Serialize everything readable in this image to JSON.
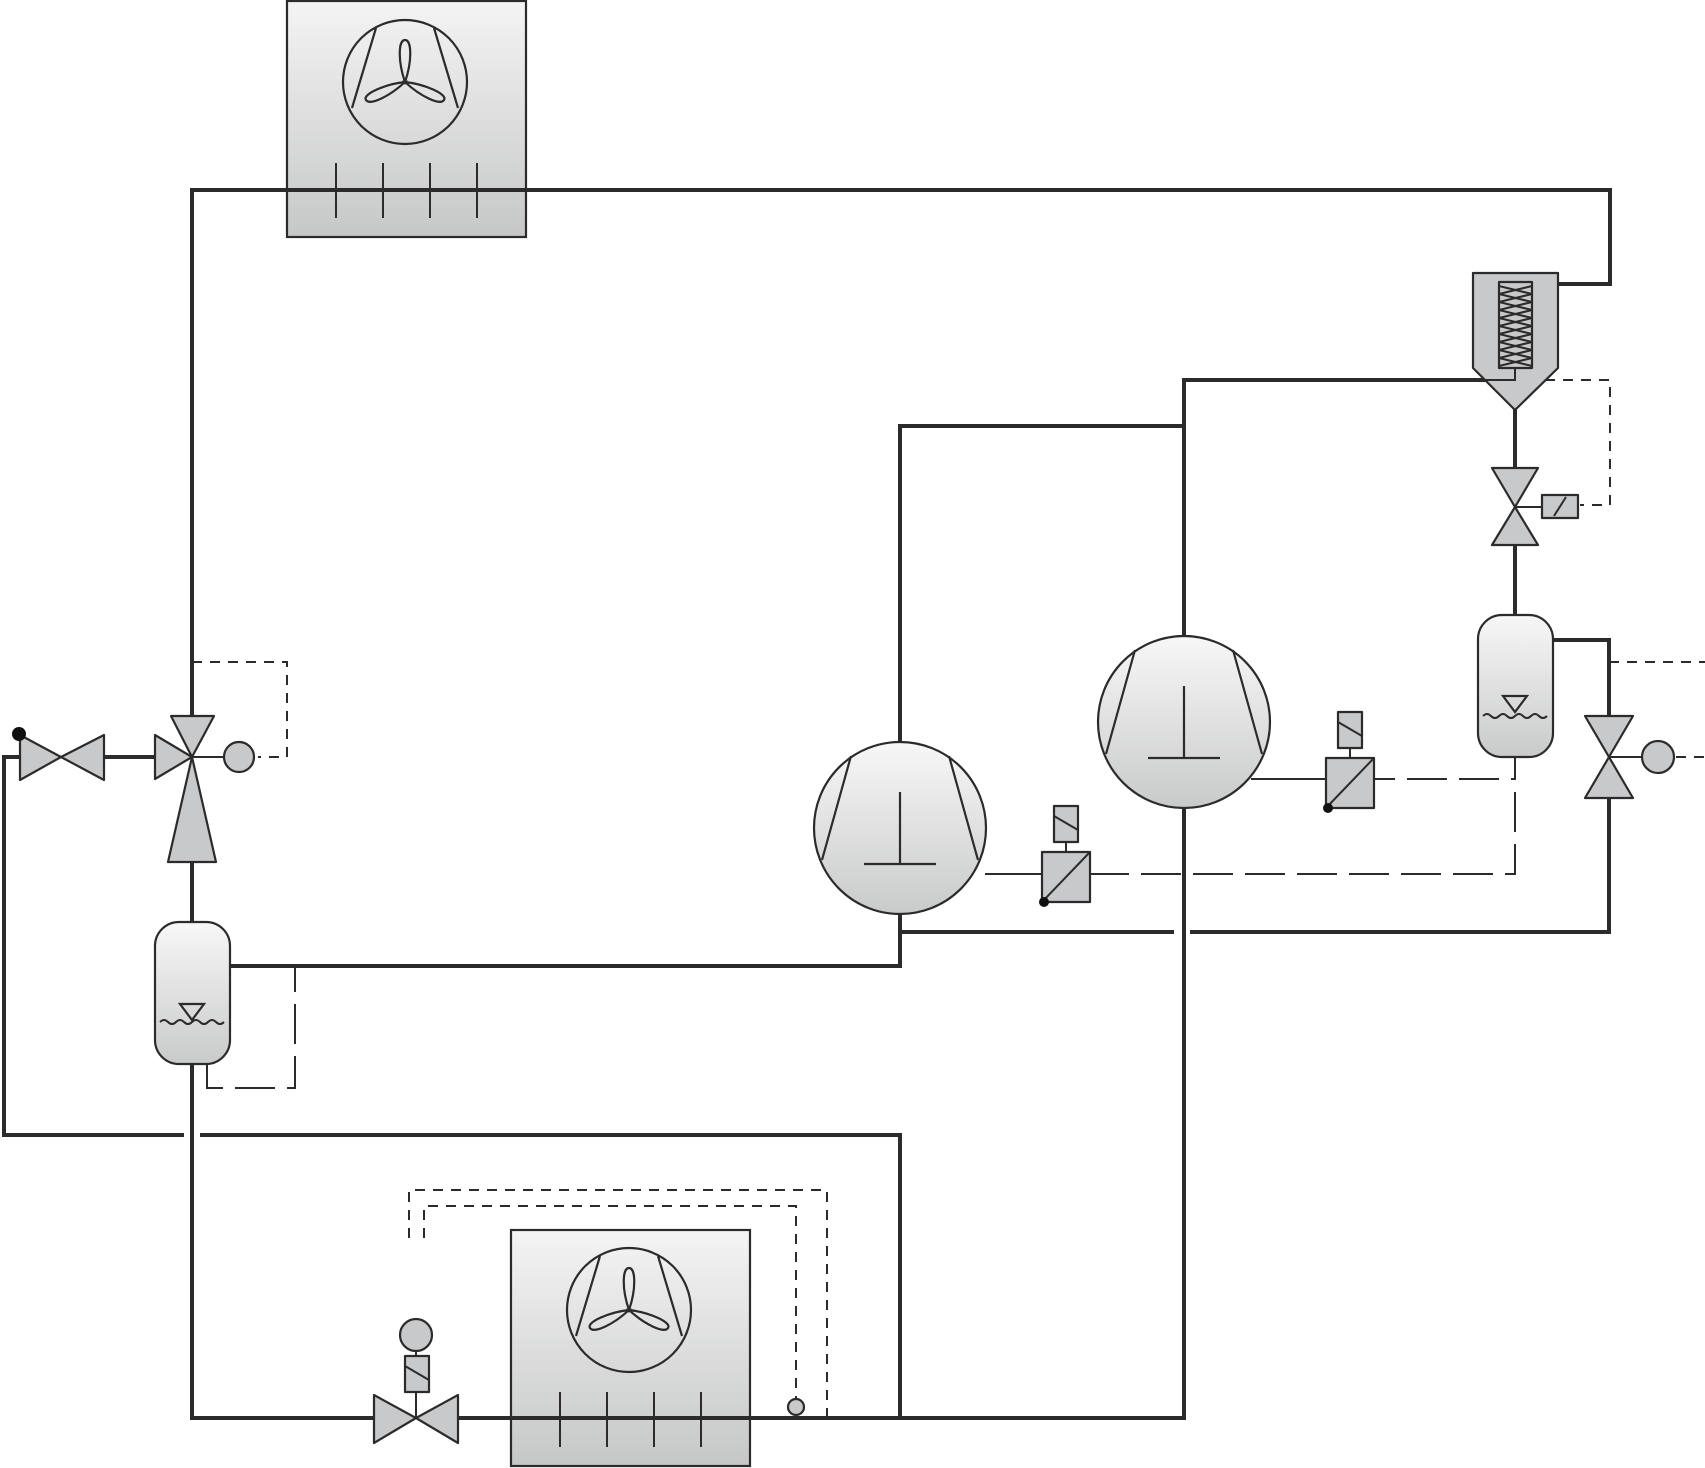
{
  "diagram": {
    "title": "",
    "type": "refrigeration-circuit-schematic",
    "colors": {
      "line": "#2b2b2b",
      "symbol_fill": "#c8c9ca",
      "gradient_top": "#f7f7f7",
      "gradient_bottom": "#c9caca",
      "background": "#ffffff"
    },
    "components": [
      {
        "id": "condenser-fan-unit-top",
        "kind": "heat exchanger with fan"
      },
      {
        "id": "evaporator-fan-unit-bottom",
        "kind": "heat exchanger with fan"
      },
      {
        "id": "compressor-1",
        "kind": "compressor"
      },
      {
        "id": "compressor-2",
        "kind": "compressor"
      },
      {
        "id": "oil-separator",
        "kind": "separator with coil"
      },
      {
        "id": "receiver-right",
        "kind": "liquid receiver"
      },
      {
        "id": "receiver-left",
        "kind": "liquid receiver"
      },
      {
        "id": "three-way-valve",
        "kind": "3-way valve with actuator"
      },
      {
        "id": "shutoff-valve-left",
        "kind": "valve"
      },
      {
        "id": "solenoid-valve-top-right",
        "kind": "solenoid valve"
      },
      {
        "id": "control-valve-right",
        "kind": "valve with actuator"
      },
      {
        "id": "expansion-valve-bottom",
        "kind": "expansion valve with solenoid"
      },
      {
        "id": "pressure-switch-1",
        "kind": "pressure transducer"
      },
      {
        "id": "pressure-switch-2",
        "kind": "pressure transducer"
      },
      {
        "id": "temperature-sensor-bulb",
        "kind": "sensor bulb"
      }
    ],
    "labels": []
  }
}
